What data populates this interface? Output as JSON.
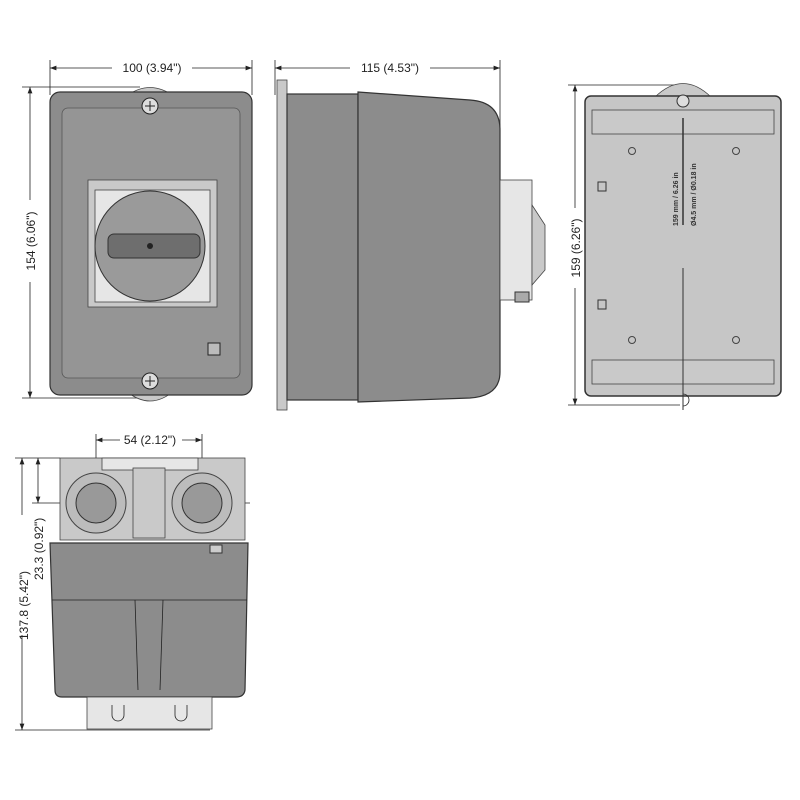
{
  "drawing": {
    "front_view": {
      "width_label": "100 (3.94\")",
      "height_label": "154 (6.06\")"
    },
    "side_view": {
      "depth_label": "115 (4.53\")"
    },
    "back_view": {
      "height_label": "159 (6.26\")",
      "mounting_text_1": "159 mm / 6.26 in",
      "mounting_text_2": "Ø4.5 mm / Ø0.18 in"
    },
    "bottom_view": {
      "spacing_label": "54 (2.12\")",
      "offset_label": "23.3 (0.92\")",
      "depth_label": "137.8 (5.42\")"
    }
  }
}
